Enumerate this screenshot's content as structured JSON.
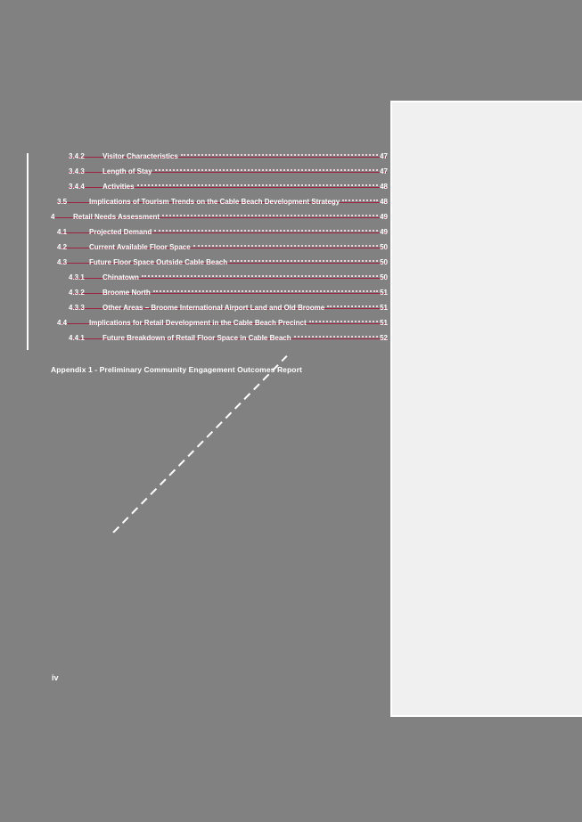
{
  "colors": {
    "background": "#818181",
    "panel": "#f0f0f0",
    "accent_rule": "#9e2140",
    "text": "#ffffff"
  },
  "toc": {
    "entries": [
      {
        "number": "3.4.2",
        "title": "Visitor Characteristics",
        "page": "47",
        "level": 3
      },
      {
        "number": "3.4.3",
        "title": "Length of Stay",
        "page": "47",
        "level": 3
      },
      {
        "number": "3.4.4",
        "title": "Activities",
        "page": "48",
        "level": 3
      },
      {
        "number": "3.5",
        "title": "Implications of Tourism Trends on the Cable Beach Development Strategy",
        "page": "48",
        "level": 2
      },
      {
        "number": "4",
        "title": "Retail Needs Assessment",
        "page": "49",
        "level": 1
      },
      {
        "number": "4.1",
        "title": "Projected Demand",
        "page": "49",
        "level": 2
      },
      {
        "number": "4.2",
        "title": "Current Available Floor Space",
        "page": "50",
        "level": 2
      },
      {
        "number": "4.3",
        "title": "Future Floor Space Outside Cable Beach",
        "page": "50",
        "level": 2
      },
      {
        "number": "4.3.1",
        "title": "Chinatown",
        "page": "50",
        "level": 3
      },
      {
        "number": "4.3.2",
        "title": "Broome North",
        "page": "51",
        "level": 3
      },
      {
        "number": "4.3.3",
        "title": "Other Areas – Broome International Airport Land and Old Broome",
        "page": "51",
        "level": 3
      },
      {
        "number": "4.4",
        "title": "Implications for Retail Development in the Cable Beach Precinct",
        "page": "51",
        "level": 2
      },
      {
        "number": "4.4.1",
        "title": "Future Breakdown of Retail Floor Space in Cable Beach",
        "page": "52",
        "level": 3
      }
    ]
  },
  "appendix": {
    "label": "Appendix 1 - Preliminary Community Engagement Outcomes Report"
  },
  "footer": {
    "page_number": "iv"
  }
}
